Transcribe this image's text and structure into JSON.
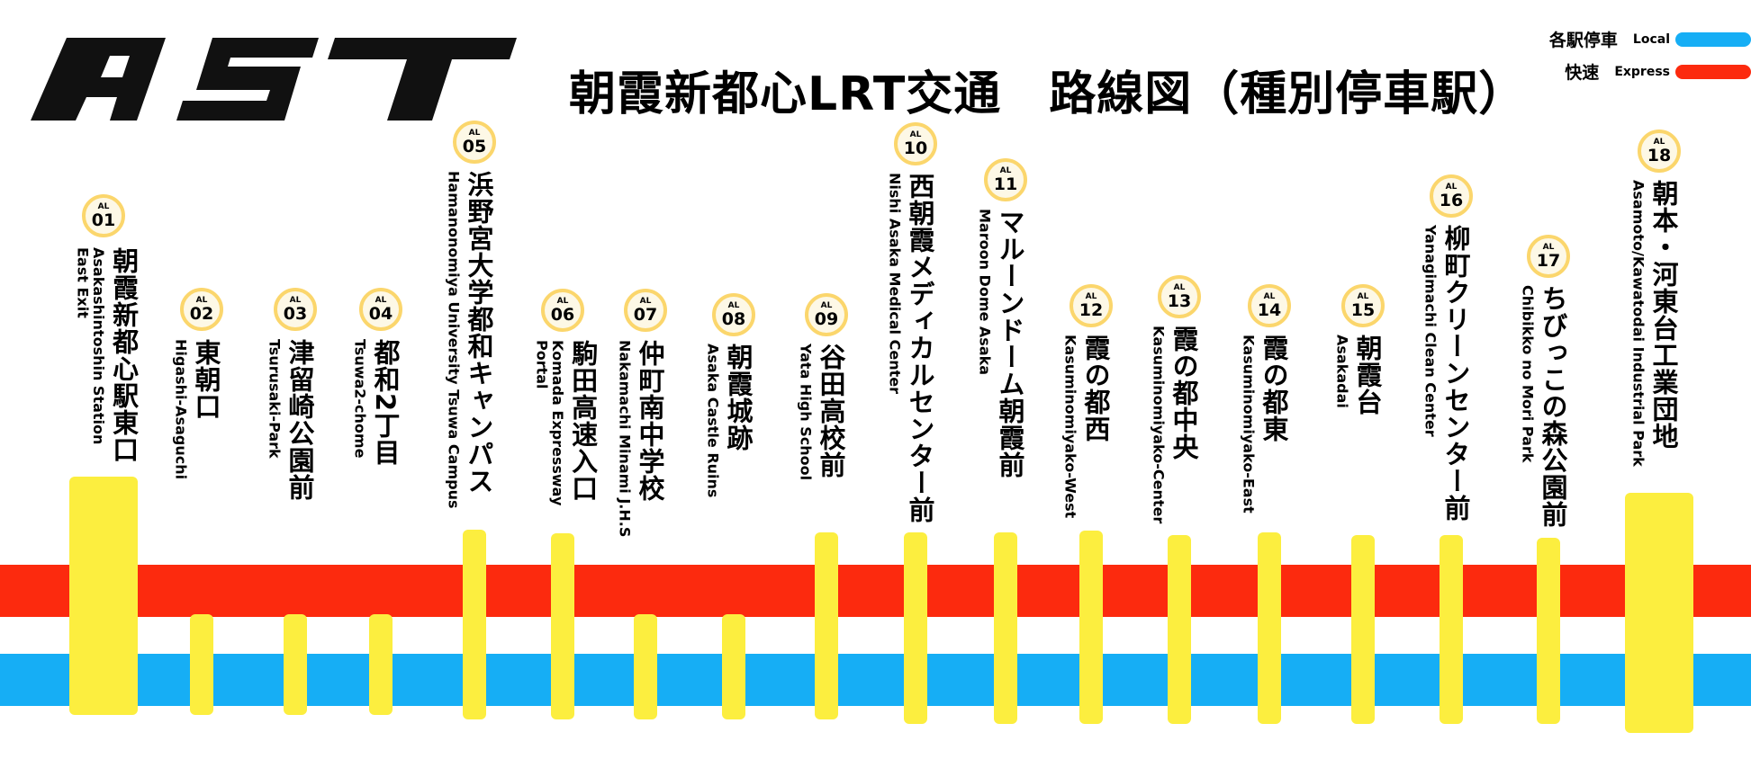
{
  "logo": {
    "text": "AST"
  },
  "title": "朝霞新都心LRT交通　路線図（種別停車駅）",
  "legend": [
    {
      "jp": "各駅停車",
      "en": "Local",
      "color": "#16aef5"
    },
    {
      "jp": "快速",
      "en": "Express",
      "color": "#fc2a0e"
    }
  ],
  "colors": {
    "local": "#16aef5",
    "express": "#fc2a0e",
    "stop_marker": "#fcee3f",
    "badge_ring": "#fbd66c",
    "badge_fill": "#fdf8e6"
  },
  "line_code": "AL",
  "stations": [
    {
      "num": "01",
      "jp": "朝霞新都心駅東口",
      "en": "Asakashintoshin Station\nEast Exit",
      "express": true
    },
    {
      "num": "02",
      "jp": "東朝口",
      "en": "Higashi-Asaguchi",
      "express": false
    },
    {
      "num": "03",
      "jp": "津留崎公園前",
      "en": "Tsurusaki-Park",
      "express": false
    },
    {
      "num": "04",
      "jp": "都和2丁目",
      "en": "Tsuwa2-chome",
      "express": false
    },
    {
      "num": "05",
      "jp": "浜野宮大学都和キャンパス",
      "en": "Hamanonomiya University Tsuwa Campus",
      "express": true
    },
    {
      "num": "06",
      "jp": "駒田高速入口",
      "en": "Komada Expressway\nPortal",
      "express": true
    },
    {
      "num": "07",
      "jp": "仲町南中学校",
      "en": "Nakamachi Minami J.H.S",
      "express": false
    },
    {
      "num": "08",
      "jp": "朝霞城跡",
      "en": "Asaka Castle Ruins",
      "express": false
    },
    {
      "num": "09",
      "jp": "谷田高校前",
      "en": "Yata High School",
      "express": true
    },
    {
      "num": "10",
      "jp": "西朝霞メディカルセンター前",
      "en": "Nishi Asaka Medical Center",
      "express": true
    },
    {
      "num": "11",
      "jp": "マルーンドーム朝霞前",
      "en": "Maroon Dome Asaka",
      "express": true
    },
    {
      "num": "12",
      "jp": "霞の都西",
      "en": "Kasuminomiyako-West",
      "express": true
    },
    {
      "num": "13",
      "jp": "霞の都中央",
      "en": "Kasuminomiyako-Center",
      "express": true
    },
    {
      "num": "14",
      "jp": "霞の都東",
      "en": "Kasuminomiyako-East",
      "express": true
    },
    {
      "num": "15",
      "jp": "朝霞台",
      "en": "Asakadai",
      "express": true
    },
    {
      "num": "16",
      "jp": "柳町クリーンセンター前",
      "en": "Yanagimachi Clean Center",
      "express": true
    },
    {
      "num": "17",
      "jp": "ちびっこの森公園前",
      "en": "Chibikko no Mori Park",
      "express": true
    },
    {
      "num": "18",
      "jp": "朝本・河東台工業団地",
      "en": "Asamoto/Kawatodai Industrial Park",
      "express": true
    }
  ]
}
